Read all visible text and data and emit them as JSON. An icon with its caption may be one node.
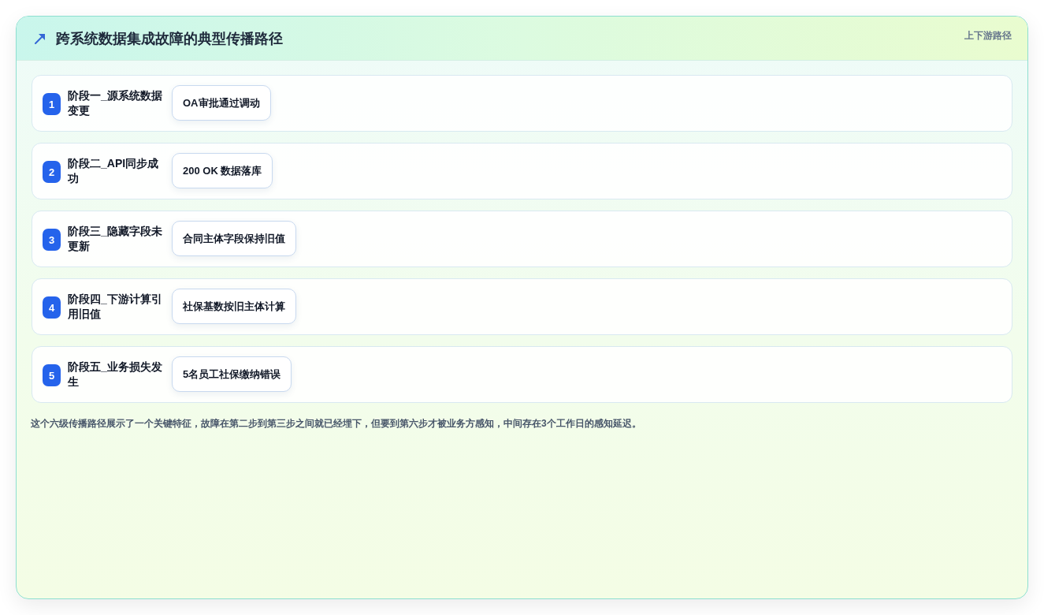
{
  "diagram": {
    "title": "跨系统数据集成故障的典型传播路径",
    "nodes": [
      {
        "text": [
          "阶段一_源系统数据变更"
        ]
      },
      {
        "text": [
          "1"
        ],
        "in": 0
      },
      {
        "text": [
          "OA审批通过调动"
        ],
        "in": 0
      },
      {
        "text": [
          "阶段二_API同步成功"
        ]
      },
      {
        "text": [
          "2"
        ],
        "in": 3
      },
      {
        "text": [
          "200 OK 数据落库"
        ],
        "in": 3
      },
      {
        "text": [
          "阶段三_隐藏字段未更新"
        ]
      },
      {
        "text": [
          "3"
        ],
        "in": 6
      },
      {
        "text": [
          "合同主体字段保持旧值"
        ],
        "in": 6
      },
      {
        "text": [
          "阶段四_下游计算引用旧值"
        ]
      },
      {
        "text": [
          "4"
        ],
        "in": 9
      },
      {
        "text": [
          "社保基数按旧主体计算"
        ],
        "in": 9
      },
      {
        "text": [
          "阶段五_业务损失发生"
        ]
      },
      {
        "text": [
          "5"
        ],
        "in": 12
      },
      {
        "text": [
          "5名员工社保缴纳错误"
        ],
        "in": 12
      }
    ],
    "labels": [
      "上下游路径"
    ],
    "caption": "这个六级传播路径展示了一个关键特征，故障在第二步到第三步之间就已经埋下，但要到第六步才被业务方感知，中间存在3个工作日的感知延迟。"
  }
}
